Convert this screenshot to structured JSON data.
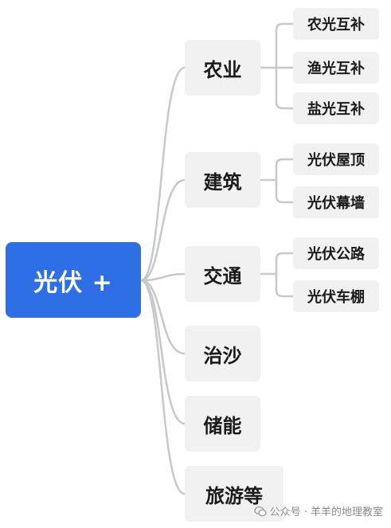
{
  "root": {
    "label": "光伏 +"
  },
  "branches": [
    {
      "label": "农业",
      "children": [
        "农光互补",
        "渔光互补",
        "盐光互补"
      ]
    },
    {
      "label": "建筑",
      "children": [
        "光伏屋顶",
        "光伏幕墙"
      ]
    },
    {
      "label": "交通",
      "children": [
        "光伏公路",
        "光伏车棚"
      ]
    },
    {
      "label": "治沙",
      "children": []
    },
    {
      "label": "储能",
      "children": []
    },
    {
      "label": "旅游等",
      "children": []
    }
  ],
  "watermark": {
    "text": "公众号 · 羊羊的地理教室"
  },
  "colors": {
    "root": "#2f6fe6",
    "node": "#f1f1f1",
    "connector": "#c8c8c8"
  }
}
